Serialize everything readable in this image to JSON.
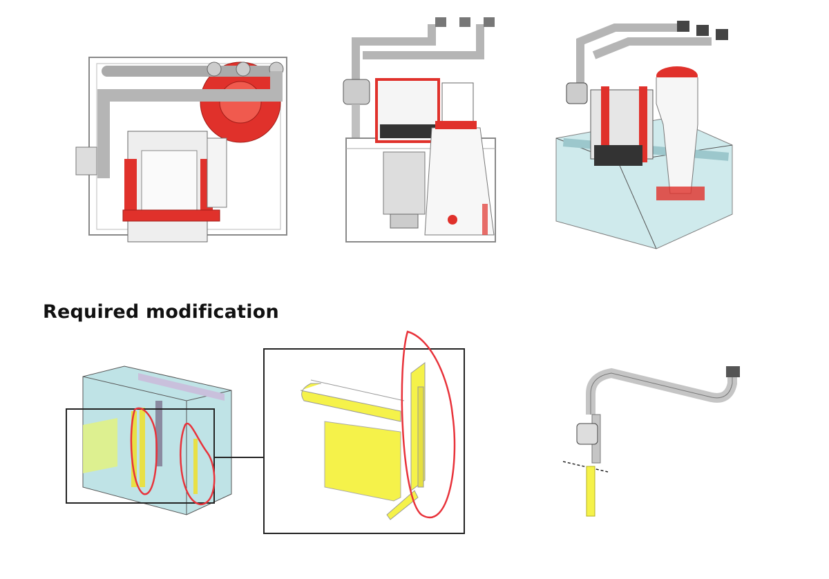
{
  "section": {
    "heading": "Required modification"
  },
  "colors": {
    "accent_red": "#e0312b",
    "modification_yellow": "#f5f24a",
    "tank_glass": "#bfe3e6",
    "annotation_red": "#e8323a"
  },
  "figures": {
    "top": [
      "sump-top-view",
      "sump-front-view",
      "sump-isometric-view"
    ],
    "bottom": [
      "modified-tank-view",
      "baffle-detail-zoom",
      "return-pipe-modification"
    ]
  }
}
